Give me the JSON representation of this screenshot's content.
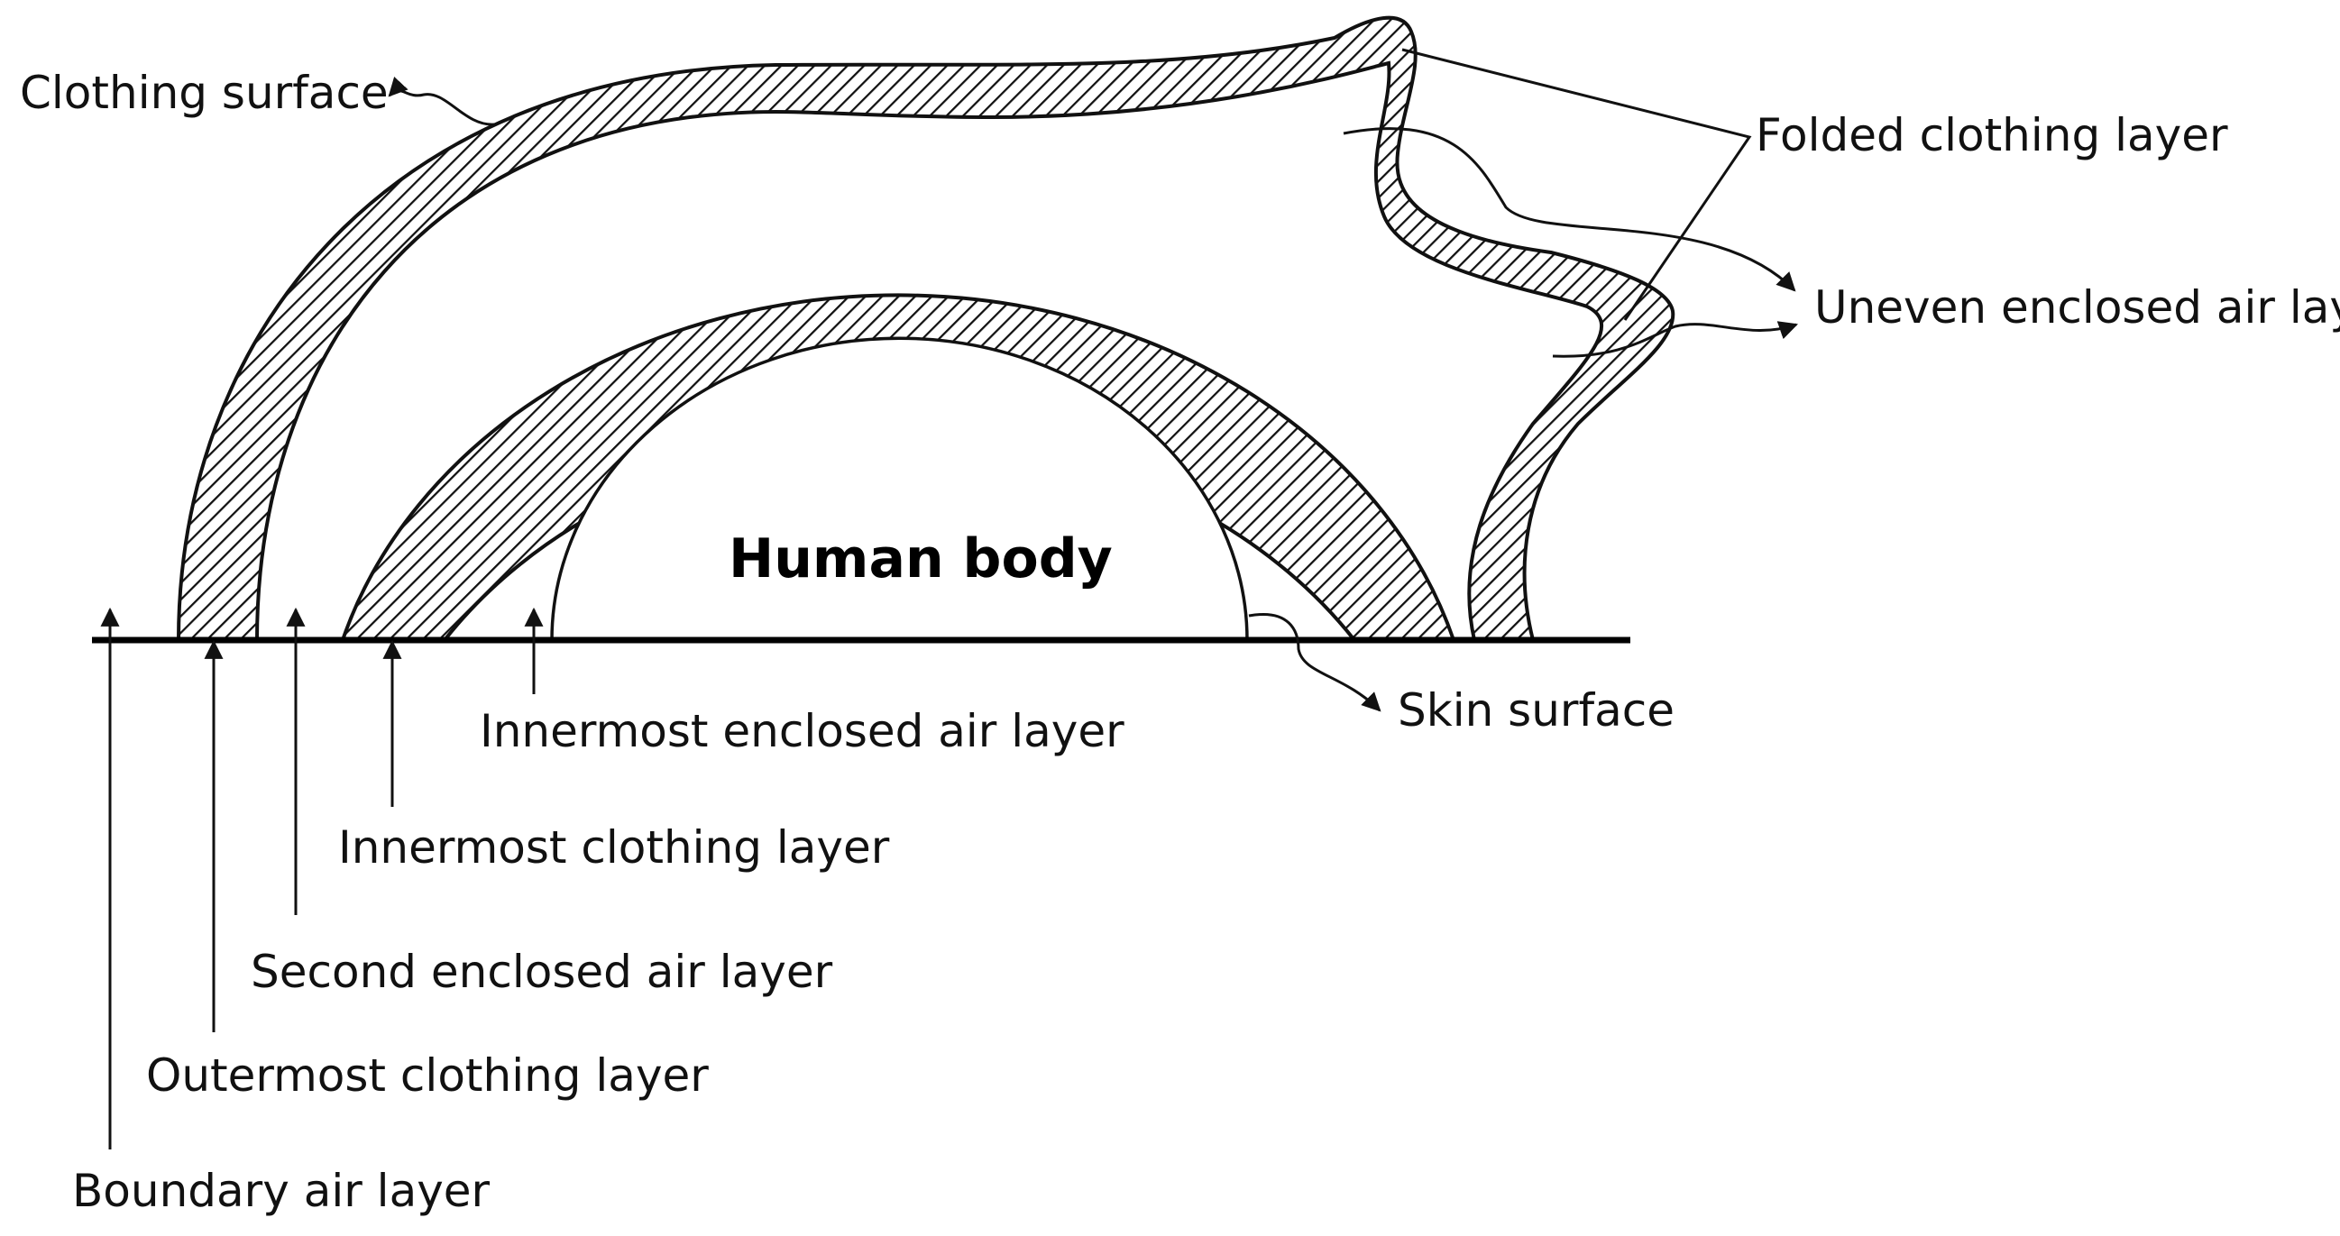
{
  "diagram": {
    "center_label": "Human body",
    "labels": {
      "clothing_surface": "Clothing surface",
      "folded_clothing_layer": "Folded clothing layer",
      "uneven_enclosed_air_layer": "Uneven enclosed air layer",
      "skin_surface": "Skin surface",
      "innermost_enclosed_air_layer": "Innermost enclosed air layer",
      "innermost_clothing_layer": "Innermost clothing layer",
      "second_enclosed_air_layer": "Second enclosed air layer",
      "outermost_clothing_layer": "Outermost clothing layer",
      "boundary_air_layer": "Boundary air layer"
    }
  }
}
